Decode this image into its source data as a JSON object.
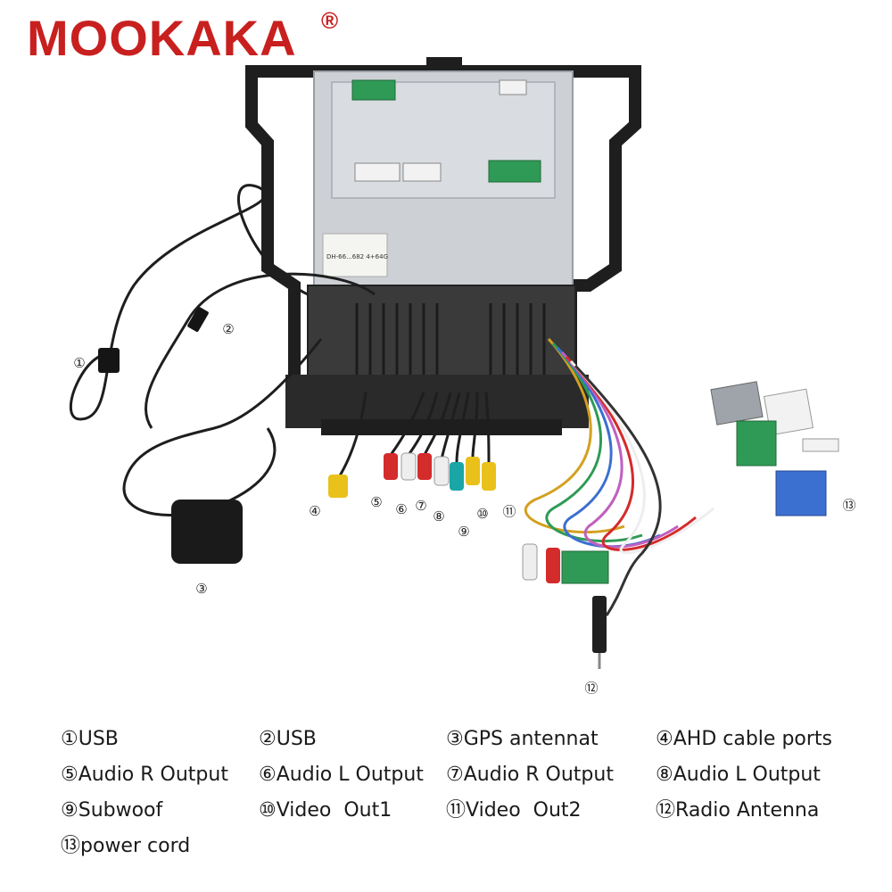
{
  "brand": {
    "name": "MOOKAKA",
    "registered_mark": "®"
  },
  "colors": {
    "brand_red": "#c8201f",
    "frame_black": "#1e1e1e",
    "panel_silver": "#cdd0d5",
    "connector_green": "#2f9a55",
    "connector_blue": "#3b6fd0",
    "rca_red": "#d42b2b",
    "rca_white": "#eeeeee",
    "rca_yellow": "#e9c11a",
    "rca_teal": "#1aa6a6"
  },
  "callouts": [
    "①",
    "②",
    "③",
    "④",
    "⑤",
    "⑥",
    "⑦",
    "⑧",
    "⑨",
    "⑩",
    "⑪",
    "⑫",
    "⑬"
  ],
  "sticker_text": "DH-66...682 4+64G",
  "legend": [
    {
      "num": "①",
      "label": "USB"
    },
    {
      "num": "②",
      "label": "USB"
    },
    {
      "num": "③",
      "label": "GPS antennat"
    },
    {
      "num": "④",
      "label": "AHD cable ports"
    },
    {
      "num": "⑤",
      "label": "Audio R Output"
    },
    {
      "num": "⑥",
      "label": "Audio L Output"
    },
    {
      "num": "⑦",
      "label": "Audio R Output"
    },
    {
      "num": "⑧",
      "label": "Audio L Output"
    },
    {
      "num": "⑨",
      "label": "Subwoof"
    },
    {
      "num": "⑩",
      "label": "Video  Out1"
    },
    {
      "num": "⑪",
      "label": "Video  Out2"
    },
    {
      "num": "⑫",
      "label": "Radio Antenna"
    },
    {
      "num": "⑬",
      "label": "power cord"
    }
  ]
}
